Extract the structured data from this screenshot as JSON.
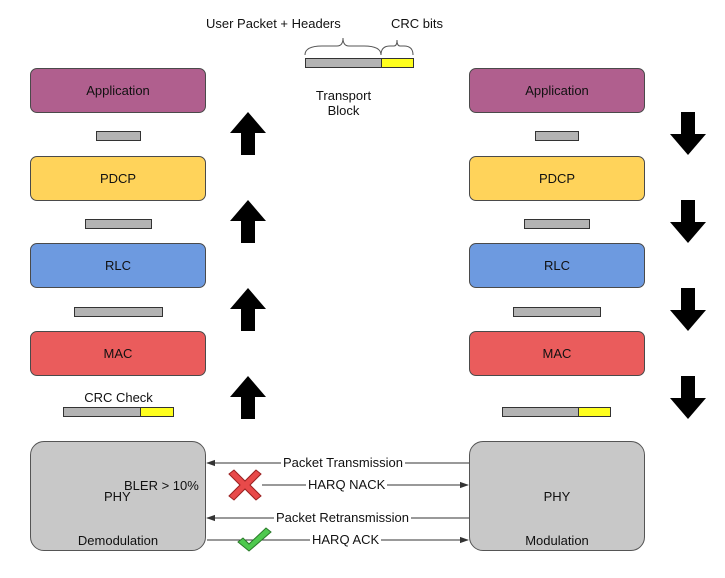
{
  "header": {
    "user_packet_label": "User Packet + Headers",
    "crc_bits_label": "CRC bits",
    "transport_block_line1": "Transport",
    "transport_block_line2": "Block"
  },
  "receiver": {
    "layers": {
      "application": "Application",
      "pdcp": "PDCP",
      "rlc": "RLC",
      "mac": "MAC"
    },
    "crc_check_label": "CRC Check",
    "phy_label": "PHY",
    "bler_label": "BLER > 10%",
    "demodulation_label": "Demodulation"
  },
  "transmitter": {
    "layers": {
      "application": "Application",
      "pdcp": "PDCP",
      "rlc": "RLC",
      "mac": "MAC"
    },
    "phy_label": "PHY",
    "modulation_label": "Modulation"
  },
  "links": {
    "packet_transmission": "Packet Transmission",
    "harq_nack": "HARQ NACK",
    "packet_retransmission": "Packet Retransmission",
    "harq_ack": "HARQ ACK"
  },
  "colors": {
    "application": "#b05f8e",
    "pdcp": "#ffd35a",
    "rlc": "#6d9ae0",
    "mac": "#ea5c5c",
    "phy": "#c8c8c8",
    "crc": "#ffff1e",
    "packet": "#b3b3b3",
    "nack_mark": "#e84a4a",
    "ack_mark": "#4ec94e"
  },
  "icons": {
    "up_arrow": "up-arrow-icon",
    "down_arrow": "down-arrow-icon",
    "nack": "x-mark-icon",
    "ack": "check-mark-icon"
  }
}
